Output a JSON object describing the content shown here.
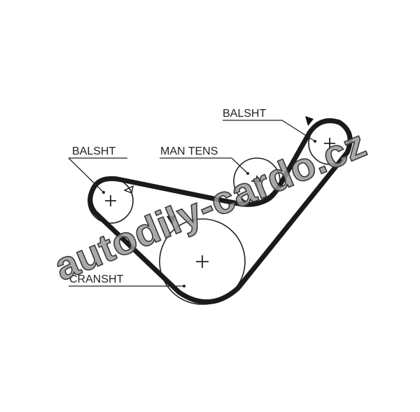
{
  "labels": {
    "balsht_right": "BALSHT",
    "balsht_left": "BALSHT",
    "man_tens": "MAN TENS",
    "cranksht": "CRANSHT"
  },
  "watermark": "autodily-cardo.cz",
  "colors": {
    "belt": "#1a1a1a",
    "watermark": "#9a9a9a"
  }
}
